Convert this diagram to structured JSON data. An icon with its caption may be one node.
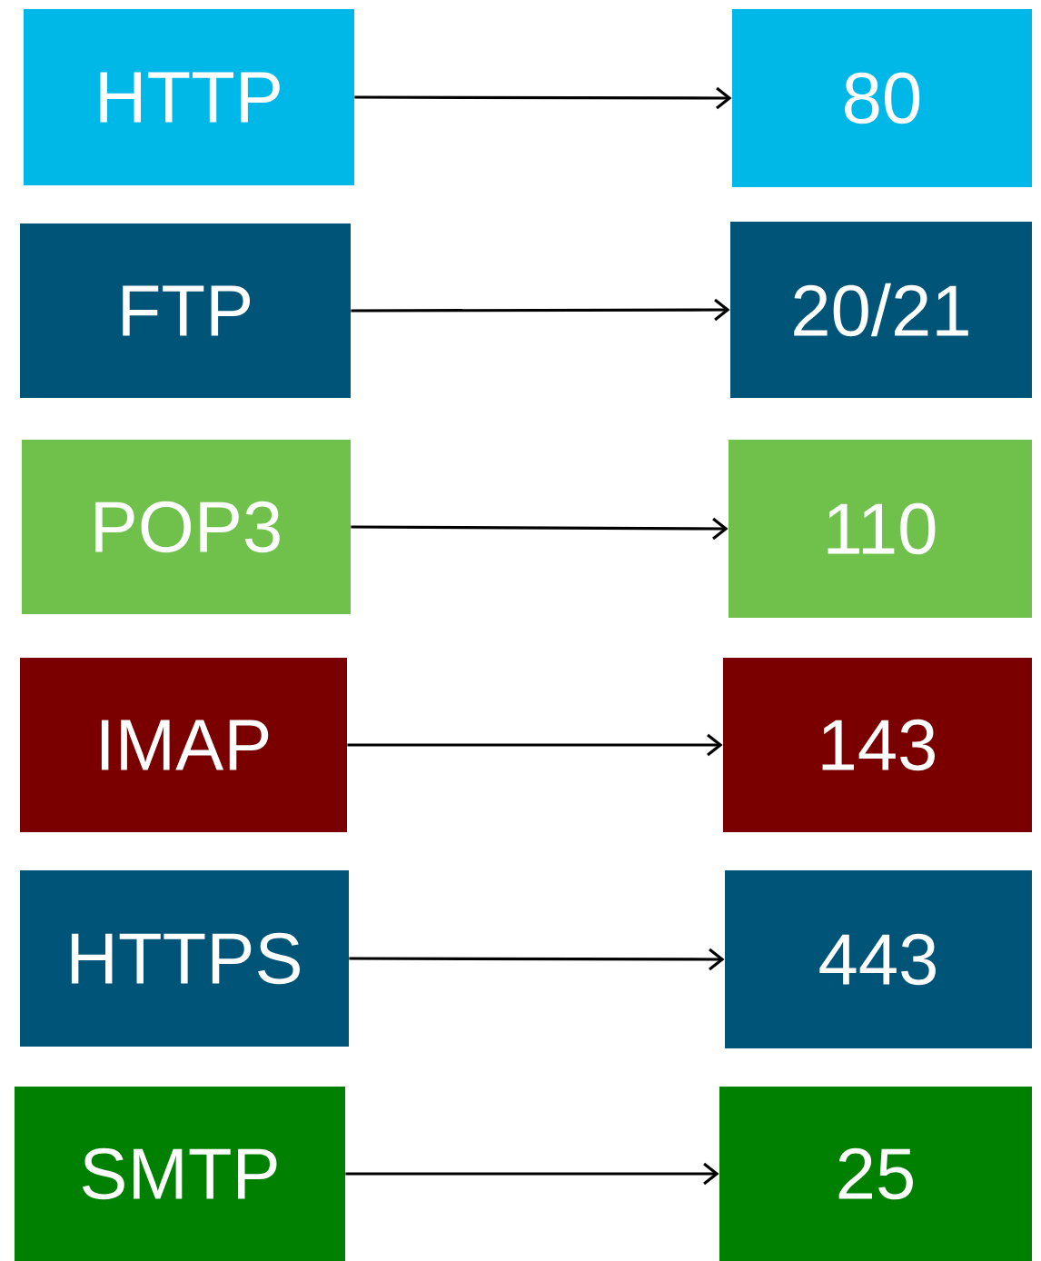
{
  "diagram": {
    "nodes": [
      {
        "text": [
          "HTTP"
        ]
      },
      {
        "text": [
          "80"
        ]
      },
      {
        "text": [
          "FTP"
        ]
      },
      {
        "text": [
          "20/21"
        ]
      },
      {
        "text": [
          "POP3"
        ]
      },
      {
        "text": [
          "110"
        ]
      },
      {
        "text": [
          "IMAP"
        ]
      },
      {
        "text": [
          "143"
        ]
      },
      {
        "text": [
          "HTTPS"
        ]
      },
      {
        "text": [
          "443"
        ]
      },
      {
        "text": [
          "SMTP"
        ]
      },
      {
        "text": [
          "25"
        ]
      }
    ],
    "edges": [
      {
        "from": 0,
        "to": 1,
        "arrow": "to"
      },
      {
        "from": 2,
        "to": 3,
        "arrow": "to"
      },
      {
        "from": 4,
        "to": 5,
        "arrow": "to"
      },
      {
        "from": 6,
        "to": 7,
        "arrow": "to"
      },
      {
        "from": 8,
        "to": 9,
        "arrow": "to"
      },
      {
        "from": 10,
        "to": 11,
        "arrow": "to"
      }
    ]
  }
}
